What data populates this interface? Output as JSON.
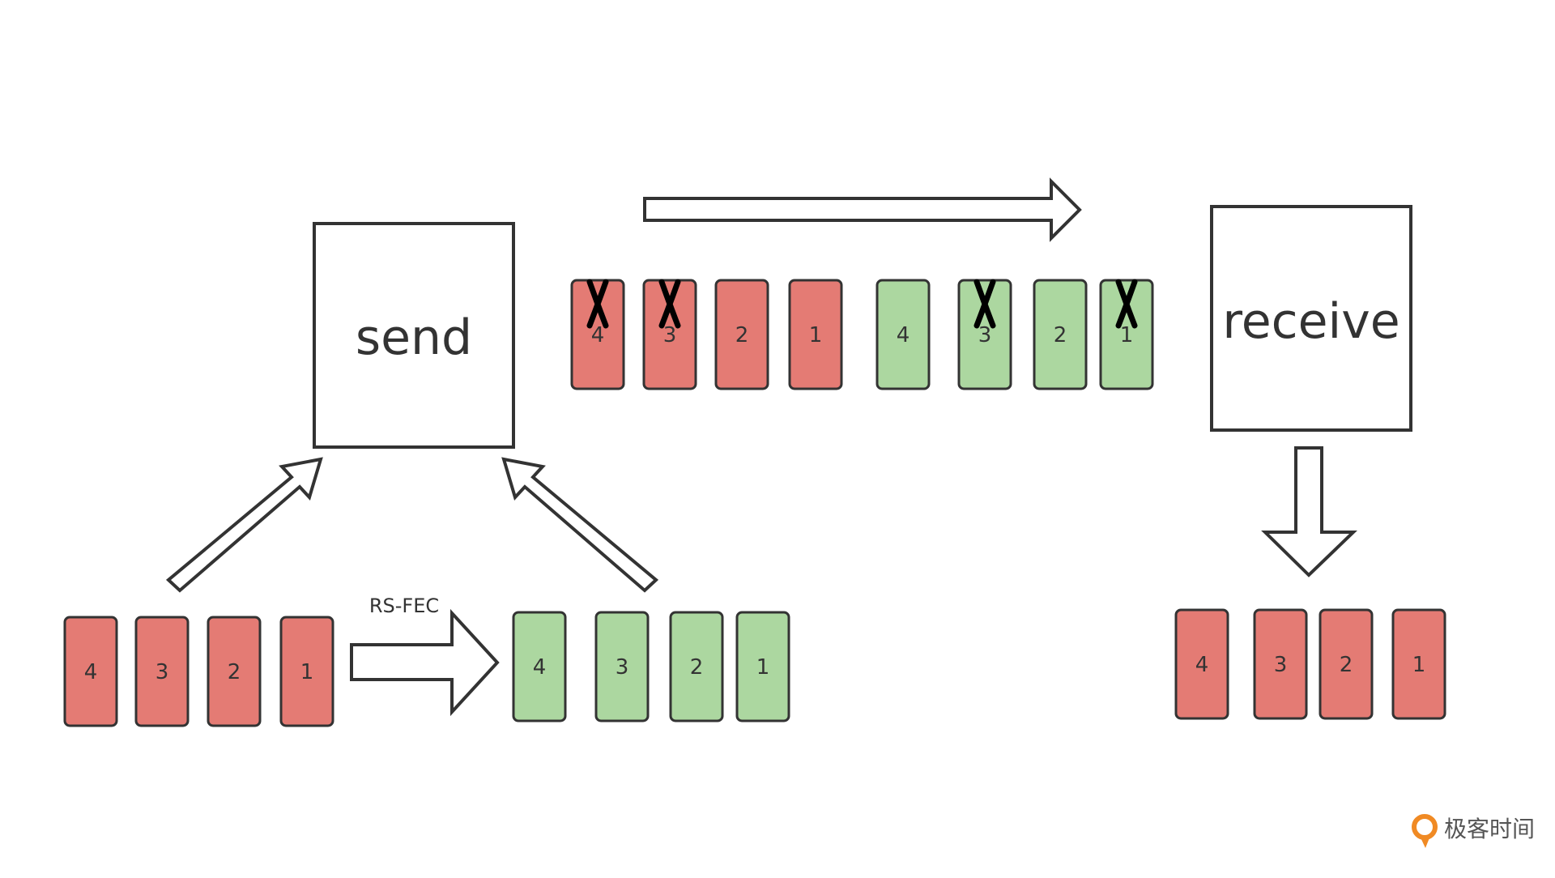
{
  "colors": {
    "data_packet": "#e47b74",
    "fec_packet": "#acd7a0",
    "stroke": "#333333",
    "arrow_fill": "#ffffff",
    "loss_mark": "#000000",
    "logo_orange": "#f08a24"
  },
  "nodes": {
    "send_label": "send",
    "receive_label": "receive"
  },
  "encoder": {
    "label": "RS-FEC"
  },
  "packets": {
    "source": [
      "4",
      "3",
      "2",
      "1"
    ],
    "encoded": [
      "4",
      "3",
      "2",
      "1"
    ],
    "in_transit": [
      {
        "label": "4",
        "kind": "data",
        "lost": true
      },
      {
        "label": "3",
        "kind": "data",
        "lost": true
      },
      {
        "label": "2",
        "kind": "data",
        "lost": false
      },
      {
        "label": "1",
        "kind": "data",
        "lost": false
      },
      {
        "label": "4",
        "kind": "fec",
        "lost": false
      },
      {
        "label": "3",
        "kind": "fec",
        "lost": true
      },
      {
        "label": "2",
        "kind": "fec",
        "lost": false
      },
      {
        "label": "1",
        "kind": "fec",
        "lost": true
      }
    ],
    "recovered": [
      "4",
      "3",
      "2",
      "1"
    ]
  },
  "watermark": {
    "text": "极客时间",
    "icon": "geektime-logo-icon"
  }
}
